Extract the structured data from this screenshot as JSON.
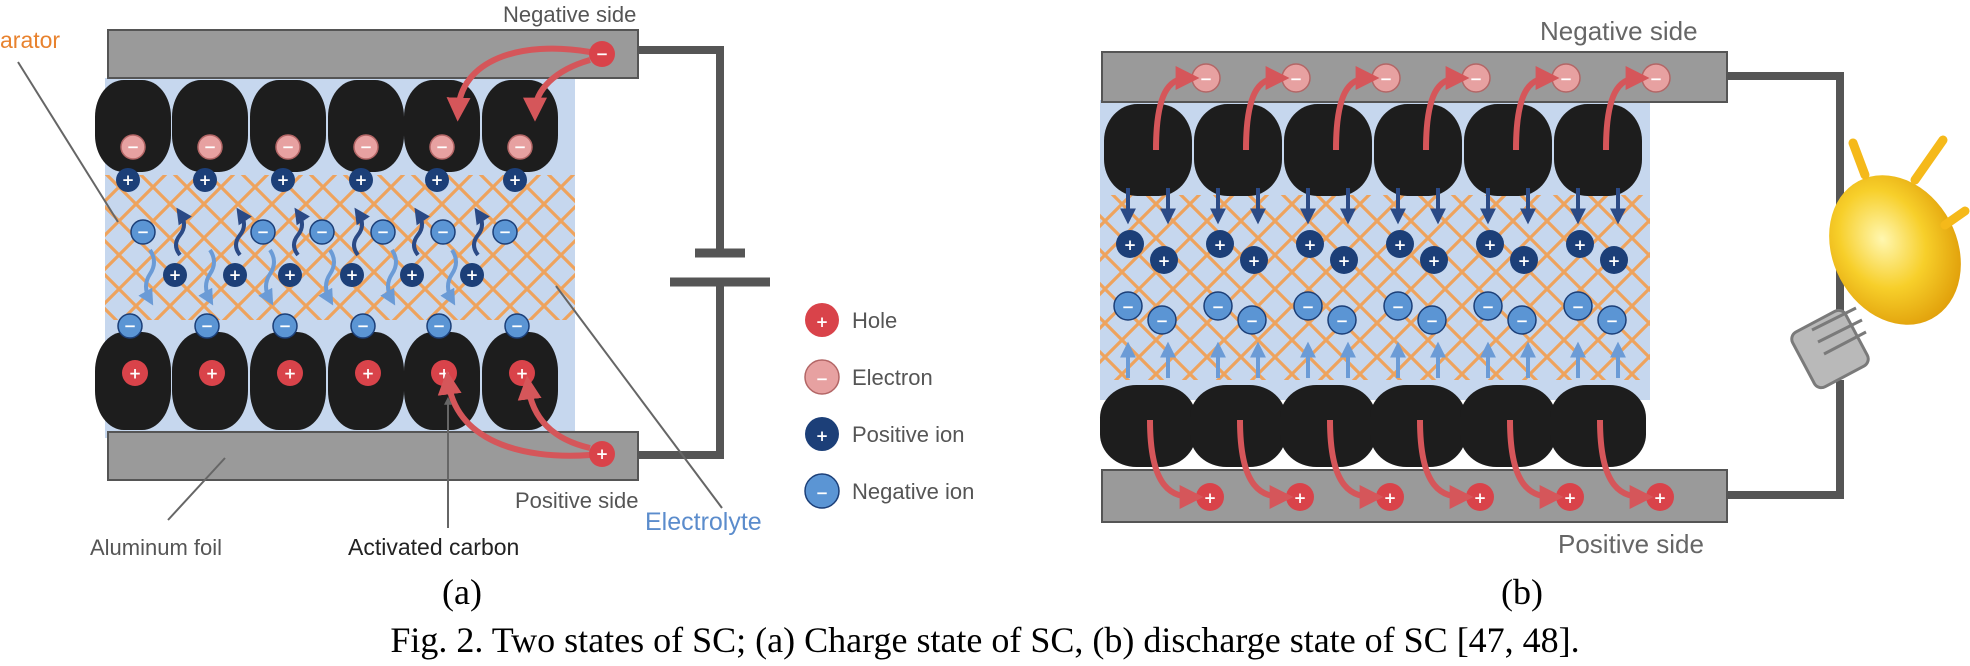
{
  "colors": {
    "foil": "#9a9a9a",
    "foil_stroke": "#555555",
    "electrolyte": "#c6d7ee",
    "separator": "#f0a055",
    "carbon": "#1d1d1d",
    "wire": "#555555",
    "hole": "#d9434a",
    "electron": "#e7a1a1",
    "positive_ion": "#1c3f78",
    "negative_ion": "#5b95d4",
    "flow_arrow": "#d5565a",
    "ion_arrow": "#2b4a86",
    "ion_arrow_light": "#6b9bd6",
    "label_orange": "#e8822e",
    "label_blue": "#5b8ccc",
    "bulb": "#f5c518"
  },
  "panel_a": {
    "label_separator": "arator",
    "label_negative_side": "Negative side",
    "label_positive_side": "Positive side",
    "label_aluminum_foil": "Aluminum foil",
    "label_activated_carbon": "Activated carbon",
    "label_electrolyte": "Electrolyte",
    "sublabel": "(a)"
  },
  "panel_b": {
    "label_negative_side": "Negative side",
    "label_positive_side": "Positive side",
    "sublabel": "(b)"
  },
  "legend": [
    {
      "label": "Hole",
      "kind": "hole",
      "sign": "+"
    },
    {
      "label": "Electron",
      "kind": "electron",
      "sign": "−"
    },
    {
      "label": "Positive ion",
      "kind": "positive_ion",
      "sign": "+"
    },
    {
      "label": "Negative ion",
      "kind": "negative_ion",
      "sign": "−"
    }
  ],
  "caption": "Fig. 2. Two states of SC; (a) Charge state of SC, (b) discharge state of SC [47, 48]."
}
